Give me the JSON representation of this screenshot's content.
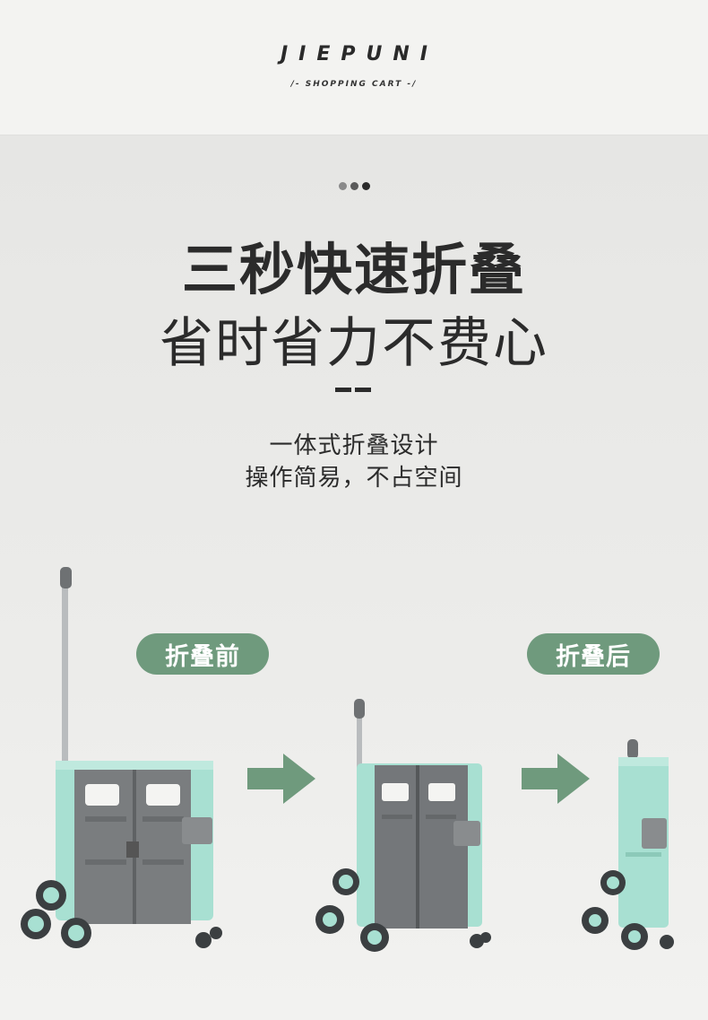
{
  "header": {
    "brand": "JIEPUNI",
    "tagline": "/- SHOPPING CART -/"
  },
  "indicator_dots": [
    "#8a8a8a",
    "#5a5a5a",
    "#2b2b2b"
  ],
  "hero": {
    "title": "三秒快速折叠",
    "subtitle": "省时省力不费心"
  },
  "description": {
    "line1": "一体式折叠设计",
    "line2": "操作简易，不占空间"
  },
  "labels": {
    "before": "折叠前",
    "after": "折叠后"
  },
  "colors": {
    "accent_green": "#6f9a7d",
    "cart_mint": "#a8e0d2",
    "panel_gray": "#76797b"
  },
  "illustrations": [
    "cart-unfolded",
    "cart-half-folded",
    "cart-folded"
  ]
}
